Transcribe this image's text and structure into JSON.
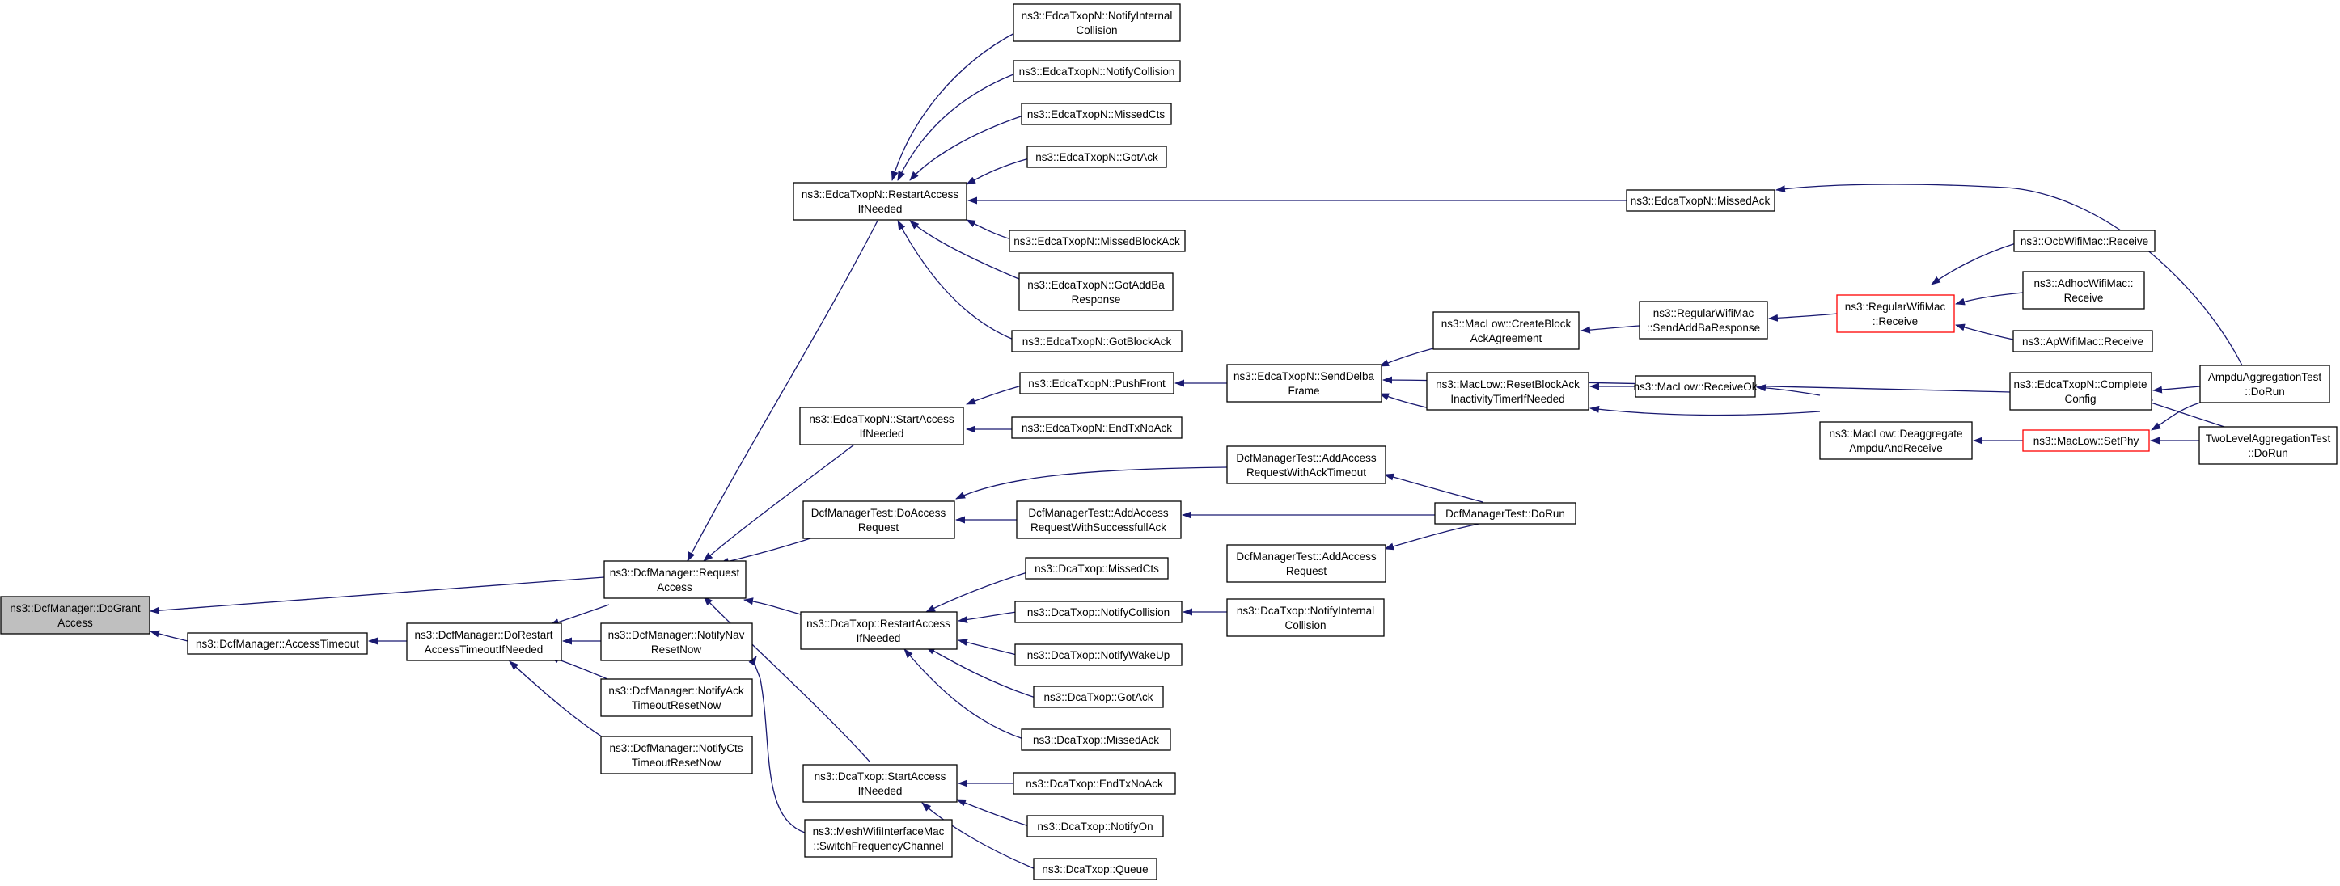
{
  "colors": {
    "edge": "#191970",
    "node_border": "#000000",
    "node_border_truncated": "#ff0000",
    "root_fill": "#bfbfbf",
    "node_fill": "#ffffff",
    "background": "#ffffff"
  },
  "nodes": {
    "root": [
      "ns3::DcfManager::DoGrant",
      "Access"
    ],
    "access_timeout": [
      "ns3::DcfManager::AccessTimeout"
    ],
    "do_restart": [
      "ns3::DcfManager::DoRestart",
      "AccessTimeoutIfNeeded"
    ],
    "request_access": [
      "ns3::DcfManager::Request",
      "Access"
    ],
    "notify_nav": [
      "ns3::DcfManager::NotifyNav",
      "ResetNow"
    ],
    "notify_ack": [
      "ns3::DcfManager::NotifyAck",
      "TimeoutResetNow"
    ],
    "notify_cts": [
      "ns3::DcfManager::NotifyCts",
      "TimeoutResetNow"
    ],
    "edca_restart": [
      "ns3::EdcaTxopN::RestartAccess",
      "IfNeeded"
    ],
    "edca_start": [
      "ns3::EdcaTxopN::StartAccess",
      "IfNeeded"
    ],
    "dcfm_doaccess": [
      "DcfManagerTest::DoAccess",
      "Request"
    ],
    "dca_restart": [
      "ns3::DcaTxop::RestartAccess",
      "IfNeeded"
    ],
    "dca_start": [
      "ns3::DcaTxop::StartAccess",
      "IfNeeded"
    ],
    "mesh_switch": [
      "ns3::MeshWifiInterfaceMac",
      "::SwitchFrequencyChannel"
    ],
    "edca_notify_internal": [
      "ns3::EdcaTxopN::NotifyInternal",
      "Collision"
    ],
    "edca_notify_collision": [
      "ns3::EdcaTxopN::NotifyCollision"
    ],
    "edca_missed_cts": [
      "ns3::EdcaTxopN::MissedCts"
    ],
    "edca_got_ack": [
      "ns3::EdcaTxopN::GotAck"
    ],
    "edca_missed_block_ack": [
      "ns3::EdcaTxopN::MissedBlockAck"
    ],
    "edca_got_addba": [
      "ns3::EdcaTxopN::GotAddBa",
      "Response"
    ],
    "edca_got_block_ack": [
      "ns3::EdcaTxopN::GotBlockAck"
    ],
    "edca_push_front": [
      "ns3::EdcaTxopN::PushFront"
    ],
    "edca_end_tx_no_ack": [
      "ns3::EdcaTxopN::EndTxNoAck"
    ],
    "dcfm_add_timeout": [
      "DcfManagerTest::AddAccess",
      "RequestWithAckTimeout"
    ],
    "dcfm_add_success": [
      "DcfManagerTest::AddAccess",
      "RequestWithSuccessfullAck"
    ],
    "dcfm_add_request": [
      "DcfManagerTest::AddAccess",
      "Request"
    ],
    "dca_missed_cts": [
      "ns3::DcaTxop::MissedCts"
    ],
    "dca_notify_collision": [
      "ns3::DcaTxop::NotifyCollision"
    ],
    "dca_notify_wakeup": [
      "ns3::DcaTxop::NotifyWakeUp"
    ],
    "dca_got_ack": [
      "ns3::DcaTxop::GotAck"
    ],
    "dca_missed_ack": [
      "ns3::DcaTxop::MissedAck"
    ],
    "dca_end_tx_no_ack": [
      "ns3::DcaTxop::EndTxNoAck"
    ],
    "dca_notify_on": [
      "ns3::DcaTxop::NotifyOn"
    ],
    "dca_queue": [
      "ns3::DcaTxop::Queue"
    ],
    "edca_missed_ack": [
      "ns3::EdcaTxopN::MissedAck"
    ],
    "edca_send_delba": [
      "ns3::EdcaTxopN::SendDelba",
      "Frame"
    ],
    "dca_notify_internal": [
      "ns3::DcaTxop::NotifyInternal",
      "Collision"
    ],
    "dcfm_dorun": [
      "DcfManagerTest::DoRun"
    ],
    "maclow_create_block": [
      "ns3::MacLow::CreateBlock",
      "AckAgreement"
    ],
    "maclow_reset_block": [
      "ns3::MacLow::ResetBlockAck",
      "InactivityTimerIfNeeded"
    ],
    "regular_send_addba": [
      "ns3::RegularWifiMac",
      "::SendAddBaResponse"
    ],
    "maclow_receive_ok": [
      "ns3::MacLow::ReceiveOk"
    ],
    "regular_receive": [
      "ns3::RegularWifiMac",
      "::Receive"
    ],
    "maclow_deaggregate": [
      "ns3::MacLow::Deaggregate",
      "AmpduAndReceive"
    ],
    "ocb_receive": [
      "ns3::OcbWifiMac::Receive"
    ],
    "adhoc_receive": [
      "ns3::AdhocWifiMac::",
      "Receive"
    ],
    "ap_receive": [
      "ns3::ApWifiMac::Receive"
    ],
    "edca_complete_config": [
      "ns3::EdcaTxopN::Complete",
      "Config"
    ],
    "maclow_set_phy": [
      "ns3::MacLow::SetPhy"
    ],
    "ampdu_dorun": [
      "AmpduAggregationTest",
      "::DoRun"
    ],
    "twolevel_dorun": [
      "TwoLevelAggregationTest",
      "::DoRun"
    ]
  }
}
